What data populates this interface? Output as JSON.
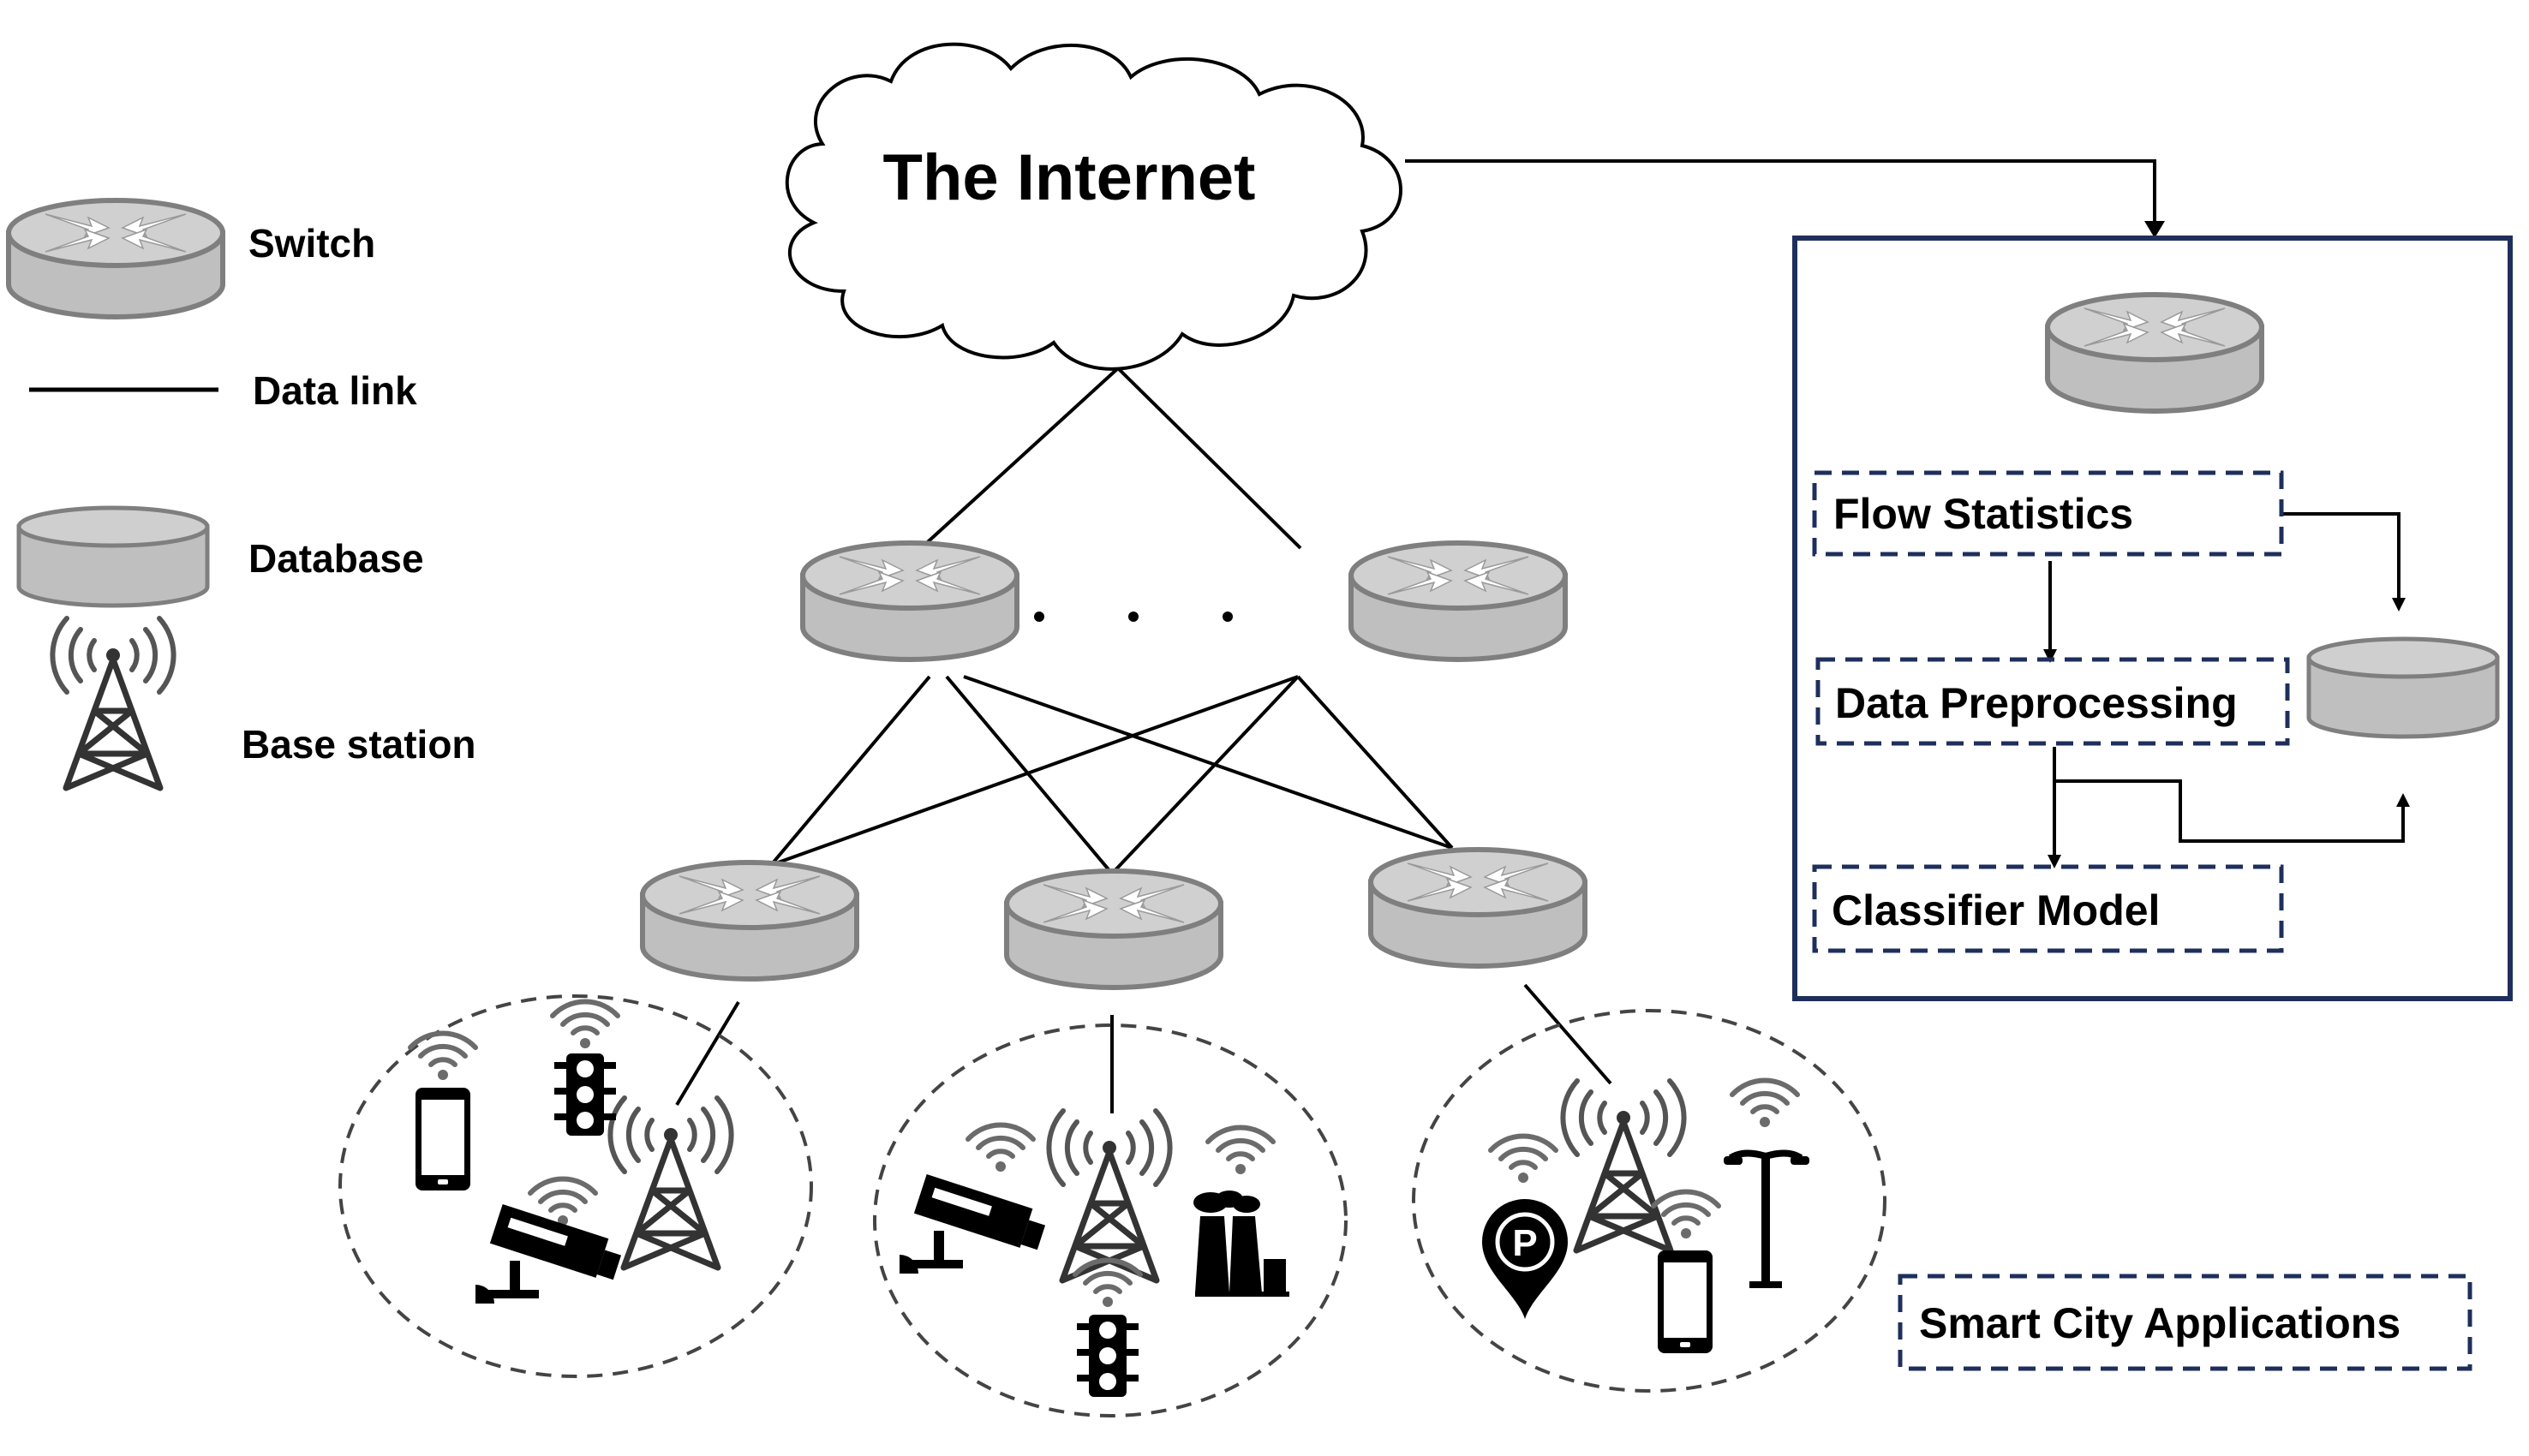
{
  "legend": {
    "switch_label": "Switch",
    "data_link_label": "Data link",
    "database_label": "Database",
    "base_station_label": "Base station"
  },
  "cloud": {
    "label": "The Internet"
  },
  "pipeline": {
    "flow_statistics": "Flow Statistics",
    "data_preprocessing": "Data Preprocessing",
    "classifier_model": "Classifier Model"
  },
  "smart_city": {
    "label": "Smart City Applications"
  },
  "colors": {
    "switch_fill": "#bfbfbf",
    "switch_stroke": "#7f7f7f",
    "panel_border": "#1f2f5c",
    "dashed_box": "#1f2f5c",
    "icon": "#000000",
    "wifi": "#6b6b6b"
  },
  "icons": {
    "switch": "router-switch-icon",
    "database": "database-cylinder-icon",
    "base_station": "antenna-tower-icon",
    "devices": [
      "smartphone-icon",
      "traffic-light-icon",
      "cctv-camera-icon",
      "factory-icon",
      "parking-pin-icon",
      "street-lamp-icon",
      "wifi-icon"
    ]
  }
}
